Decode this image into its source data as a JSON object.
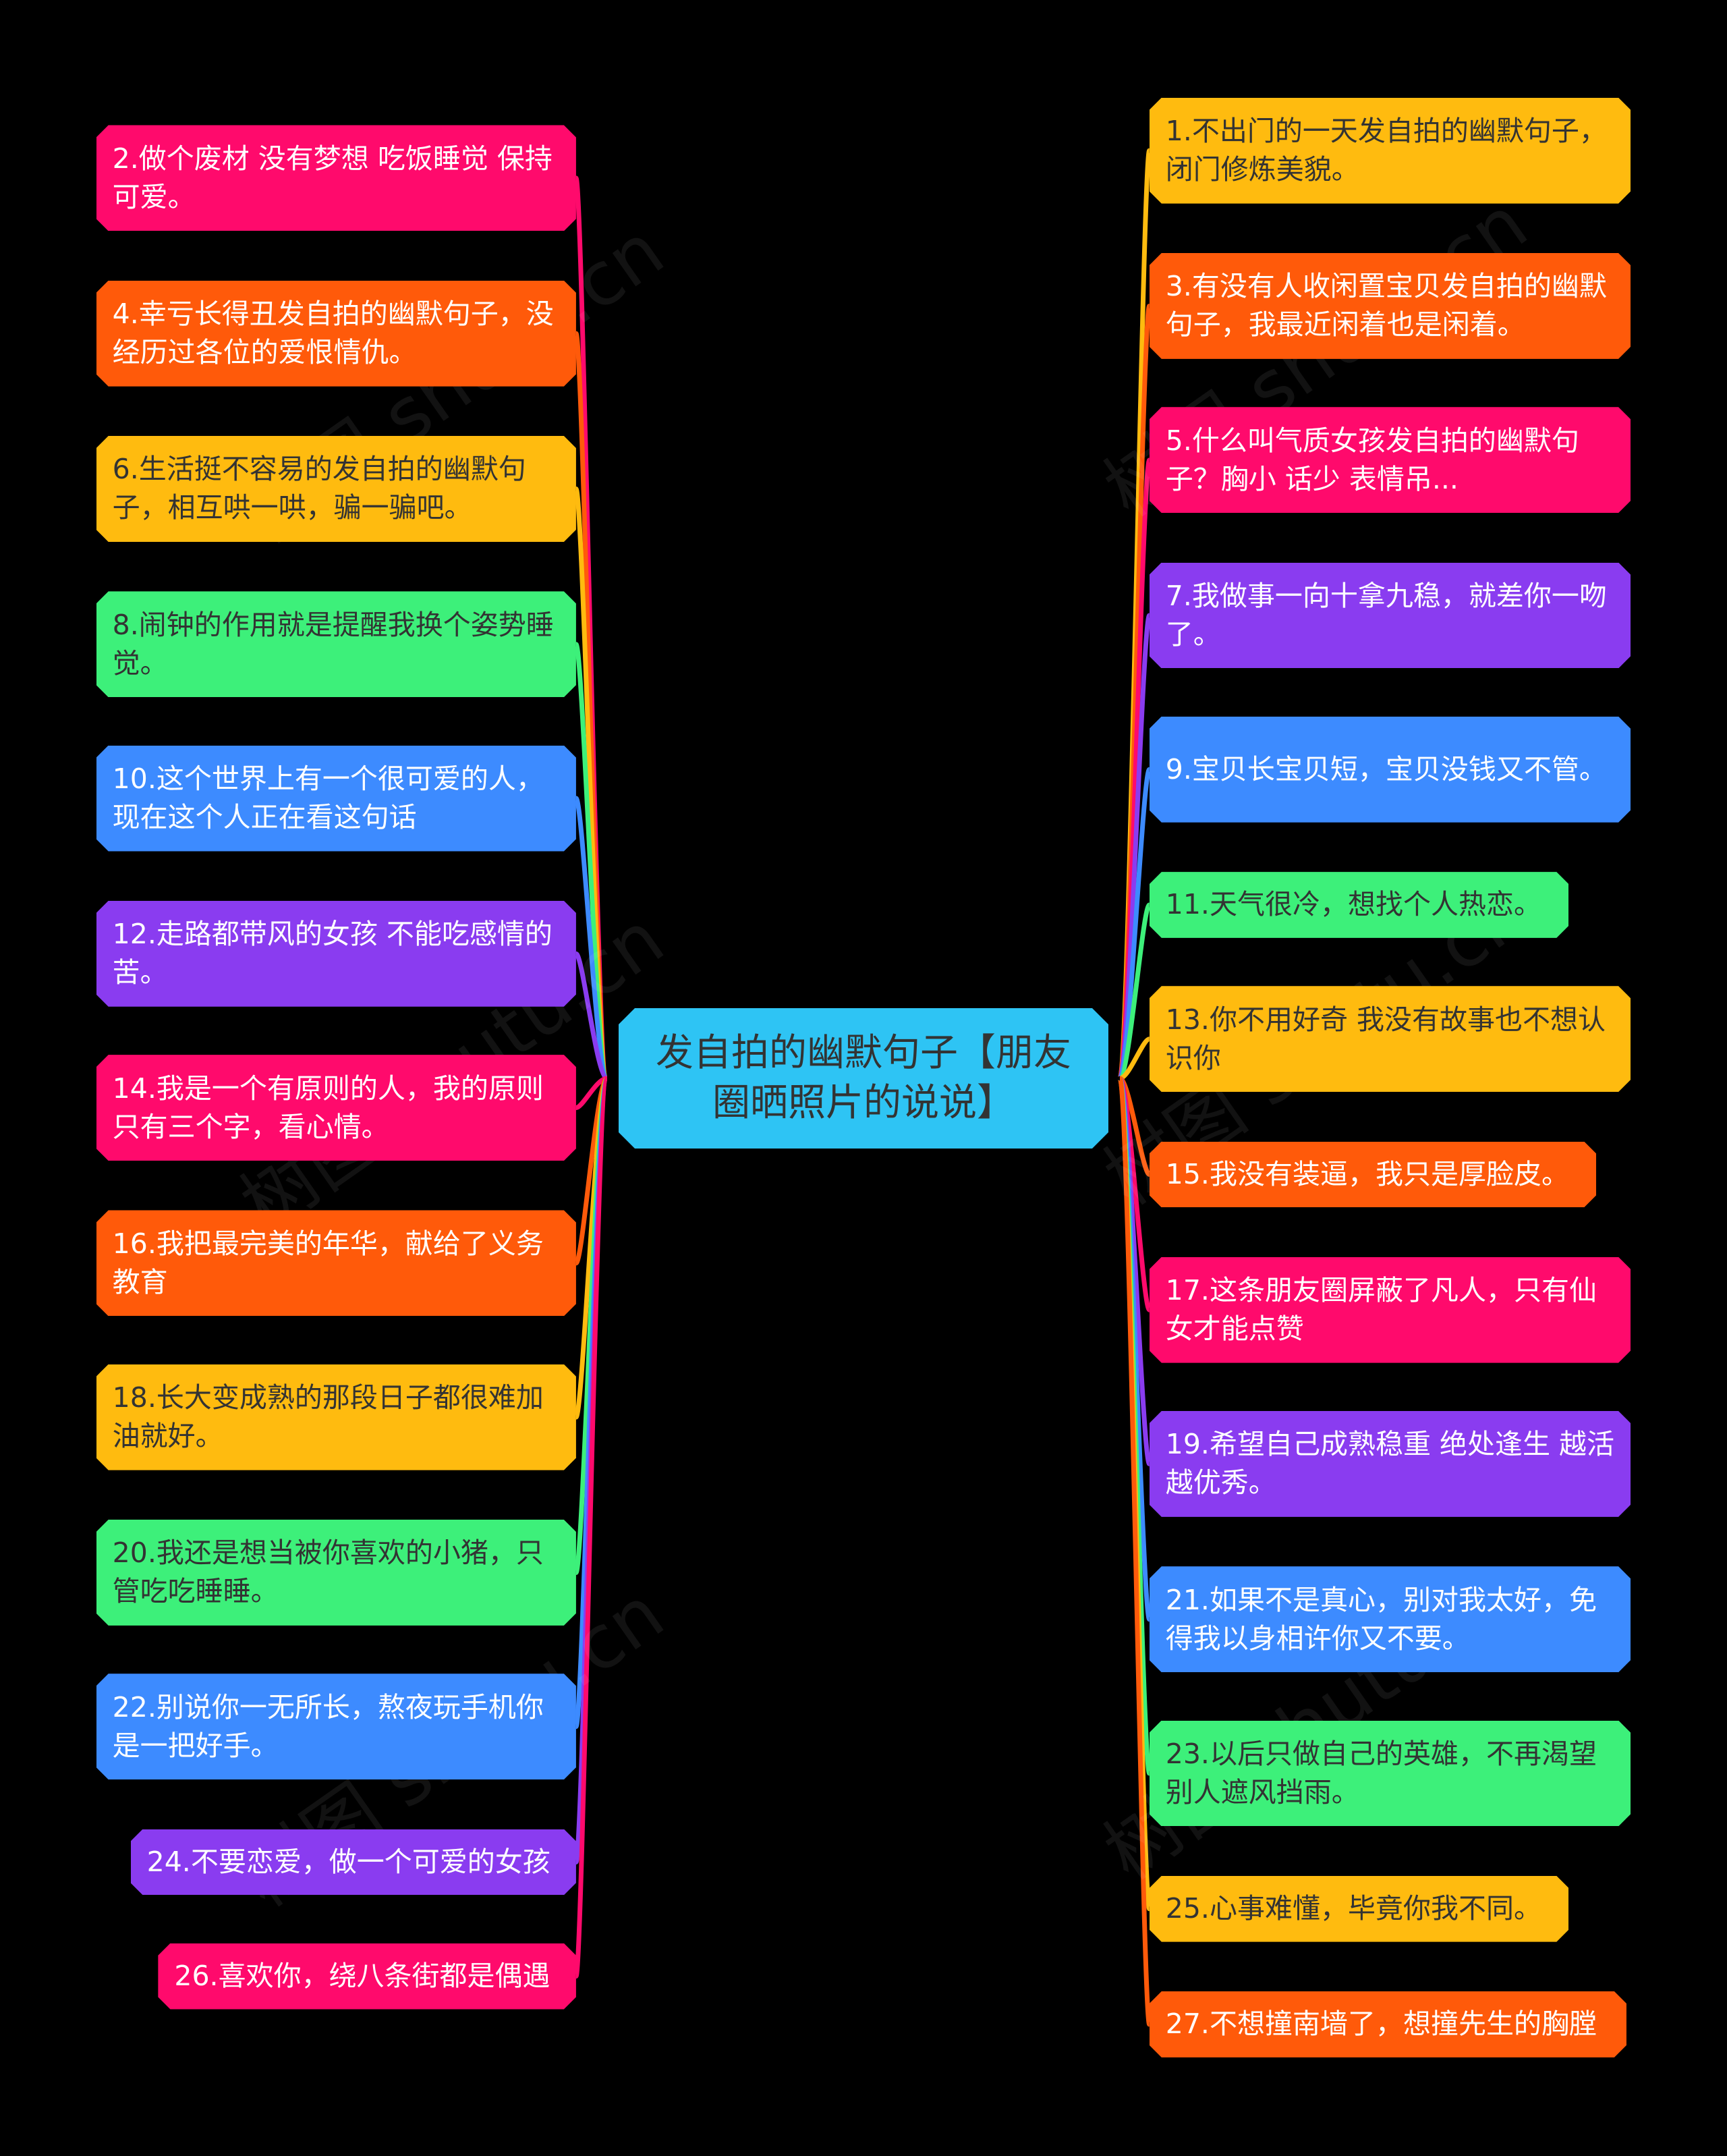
{
  "title": "发自拍的幽默句子【朋友圈晒照片的说说】",
  "watermark": "树图 shutu.cn",
  "colors": {
    "pink": "#ff0a6c",
    "orange": "#ff5a0a",
    "yellow": "#ffbb0f",
    "green": "#3df07a",
    "blue": "#3d8bff",
    "purple": "#8a3cf0",
    "center": "#2ec4f4"
  },
  "left_nodes": [
    {
      "text": "2.做个废材 没有梦想 吃饭睡觉 保持可爱。",
      "color": "pink"
    },
    {
      "text": "4.幸亏长得丑发自拍的幽默句子，没经历过各位的爱恨情仇。",
      "color": "orange"
    },
    {
      "text": "6.生活挺不容易的发自拍的幽默句子，相互哄一哄，骗一骗吧。",
      "color": "yellow"
    },
    {
      "text": "8.闹钟的作用就是提醒我换个姿势睡觉。",
      "color": "green"
    },
    {
      "text": "10.这个世界上有一个很可爱的人，现在这个人正在看这句话",
      "color": "blue"
    },
    {
      "text": "12.走路都带风的女孩 不能吃感情的苦。",
      "color": "purple"
    },
    {
      "text": "14.我是一个有原则的人，我的原则只有三个字，看心情。",
      "color": "pink"
    },
    {
      "text": "16.我把最完美的年华，献给了义务教育",
      "color": "orange"
    },
    {
      "text": "18.长大变成熟的那段日子都很难加油就好。",
      "color": "yellow"
    },
    {
      "text": "20.我还是想当被你喜欢的小猪，只管吃吃睡睡。",
      "color": "green"
    },
    {
      "text": "22.别说你一无所长，熬夜玩手机你是一把好手。",
      "color": "blue"
    },
    {
      "text": "24.不要恋爱，做一个可爱的女孩",
      "color": "purple"
    },
    {
      "text": "26.喜欢你，绕八条街都是偶遇",
      "color": "pink"
    }
  ],
  "right_nodes": [
    {
      "text": "1.不出门的一天发自拍的幽默句子，闭门修炼美貌。",
      "color": "yellow"
    },
    {
      "text": "3.有没有人收闲置宝贝发自拍的幽默句子，我最近闲着也是闲着。",
      "color": "orange"
    },
    {
      "text": "5.什么叫气质女孩发自拍的幽默句子？胸小 话少 表情吊...",
      "color": "pink"
    },
    {
      "text": "7.我做事一向十拿九稳，就差你一吻了。",
      "color": "purple"
    },
    {
      "text": "9.宝贝长宝贝短，宝贝没钱又不管。",
      "color": "blue"
    },
    {
      "text": "11.天气很冷，想找个人热恋。",
      "color": "green"
    },
    {
      "text": "13.你不用好奇 我没有故事也不想认识你",
      "color": "yellow"
    },
    {
      "text": "15.我没有装逼，我只是厚脸皮。",
      "color": "orange"
    },
    {
      "text": "17.这条朋友圈屏蔽了凡人，只有仙女才能点赞",
      "color": "pink"
    },
    {
      "text": "19.希望自己成熟稳重 绝处逢生 越活越优秀。",
      "color": "purple"
    },
    {
      "text": "21.如果不是真心，别对我太好，免得我以身相许你又不要。",
      "color": "blue"
    },
    {
      "text": "23.以后只做自己的英雄，不再渴望别人遮风挡雨。",
      "color": "green"
    },
    {
      "text": "25.心事难懂，毕竟你我不同。",
      "color": "yellow"
    },
    {
      "text": "27.不想撞南墙了，想撞先生的胸膛",
      "color": "orange"
    }
  ]
}
